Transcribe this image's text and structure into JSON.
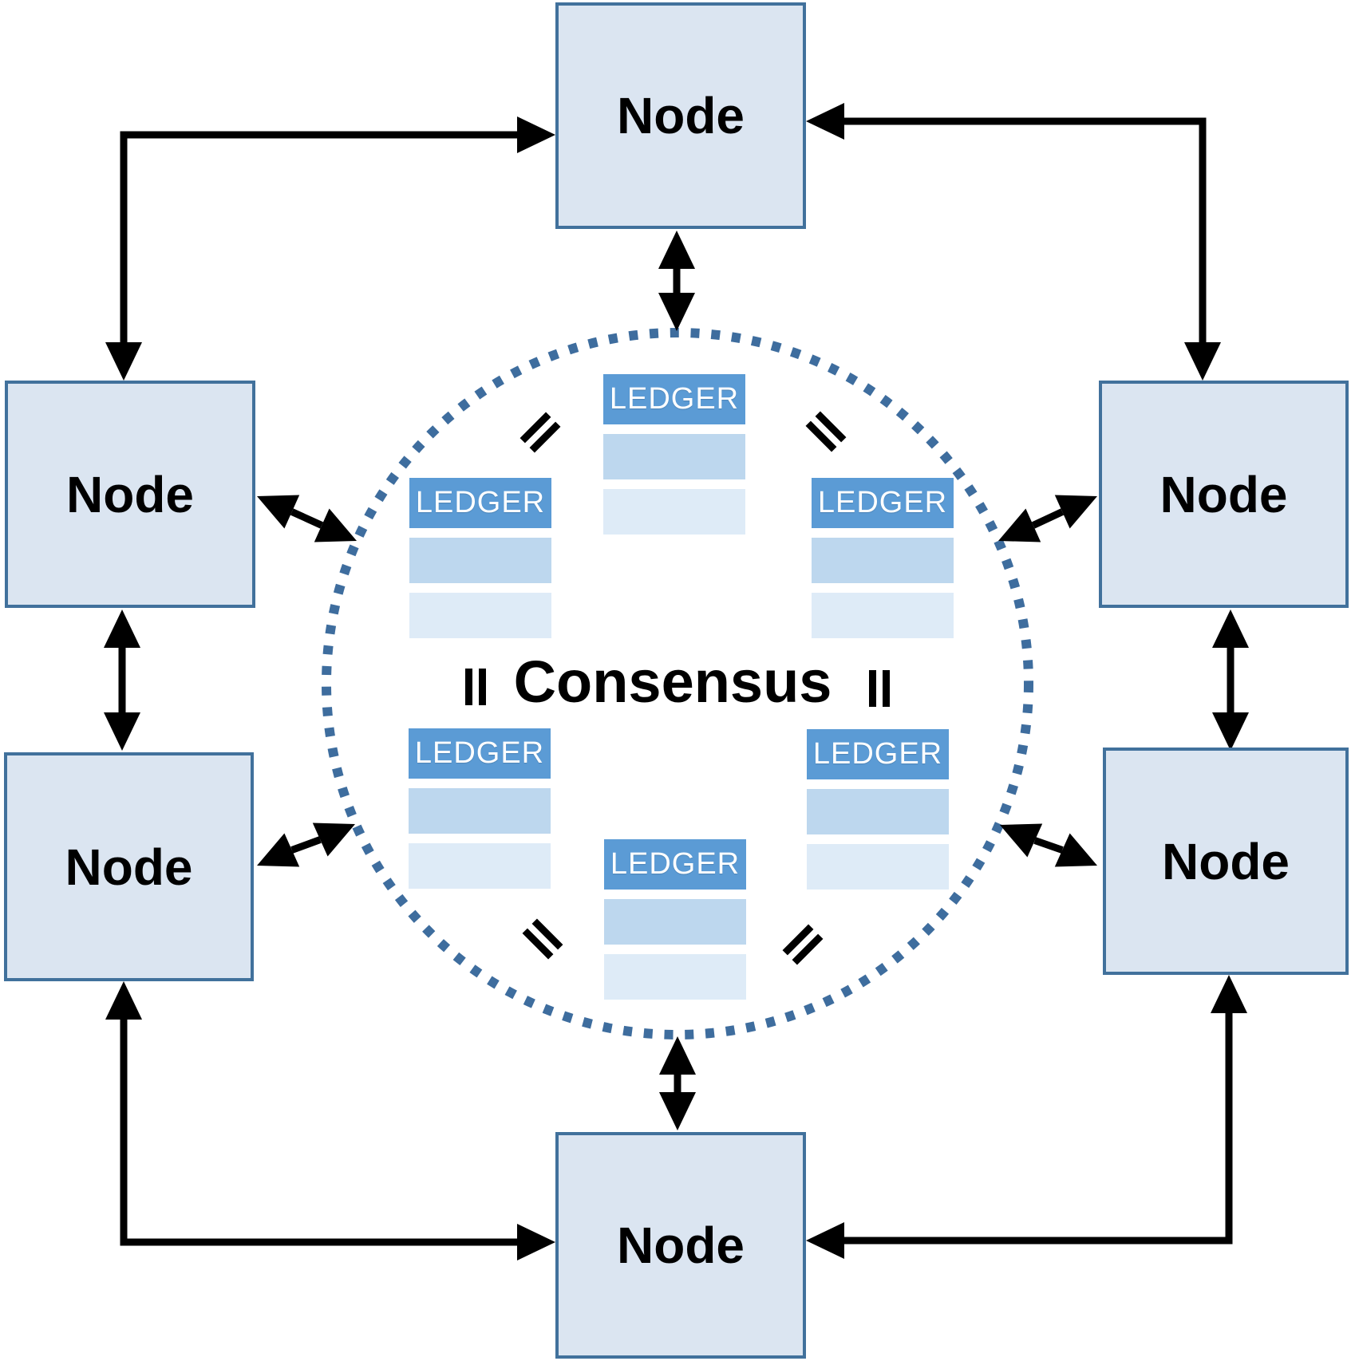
{
  "diagram": {
    "consensus": {
      "label": "Consensus"
    },
    "nodes": [
      {
        "id": "top",
        "label": "Node"
      },
      {
        "id": "upper-left",
        "label": "Node"
      },
      {
        "id": "upper-right",
        "label": "Node"
      },
      {
        "id": "lower-left",
        "label": "Node"
      },
      {
        "id": "lower-right",
        "label": "Node"
      },
      {
        "id": "bottom",
        "label": "Node"
      }
    ],
    "ledgers": [
      {
        "id": "top",
        "label": "LEDGER"
      },
      {
        "id": "mid-left",
        "label": "LEDGER"
      },
      {
        "id": "mid-right",
        "label": "LEDGER"
      },
      {
        "id": "bottom-left",
        "label": "LEDGER"
      },
      {
        "id": "bottom-right",
        "label": "LEDGER"
      },
      {
        "id": "bottom",
        "label": "LEDGER"
      }
    ],
    "equals_symbol": "="
  },
  "colors": {
    "node_fill": "#dbe5f1",
    "node_border": "#41719c",
    "ledger_header": "#5b9bd5",
    "ledger_row1": "#bdd7ee",
    "ledger_row2": "#deebf7",
    "circle_dots": "#3e6d9e",
    "arrow": "#000000"
  }
}
